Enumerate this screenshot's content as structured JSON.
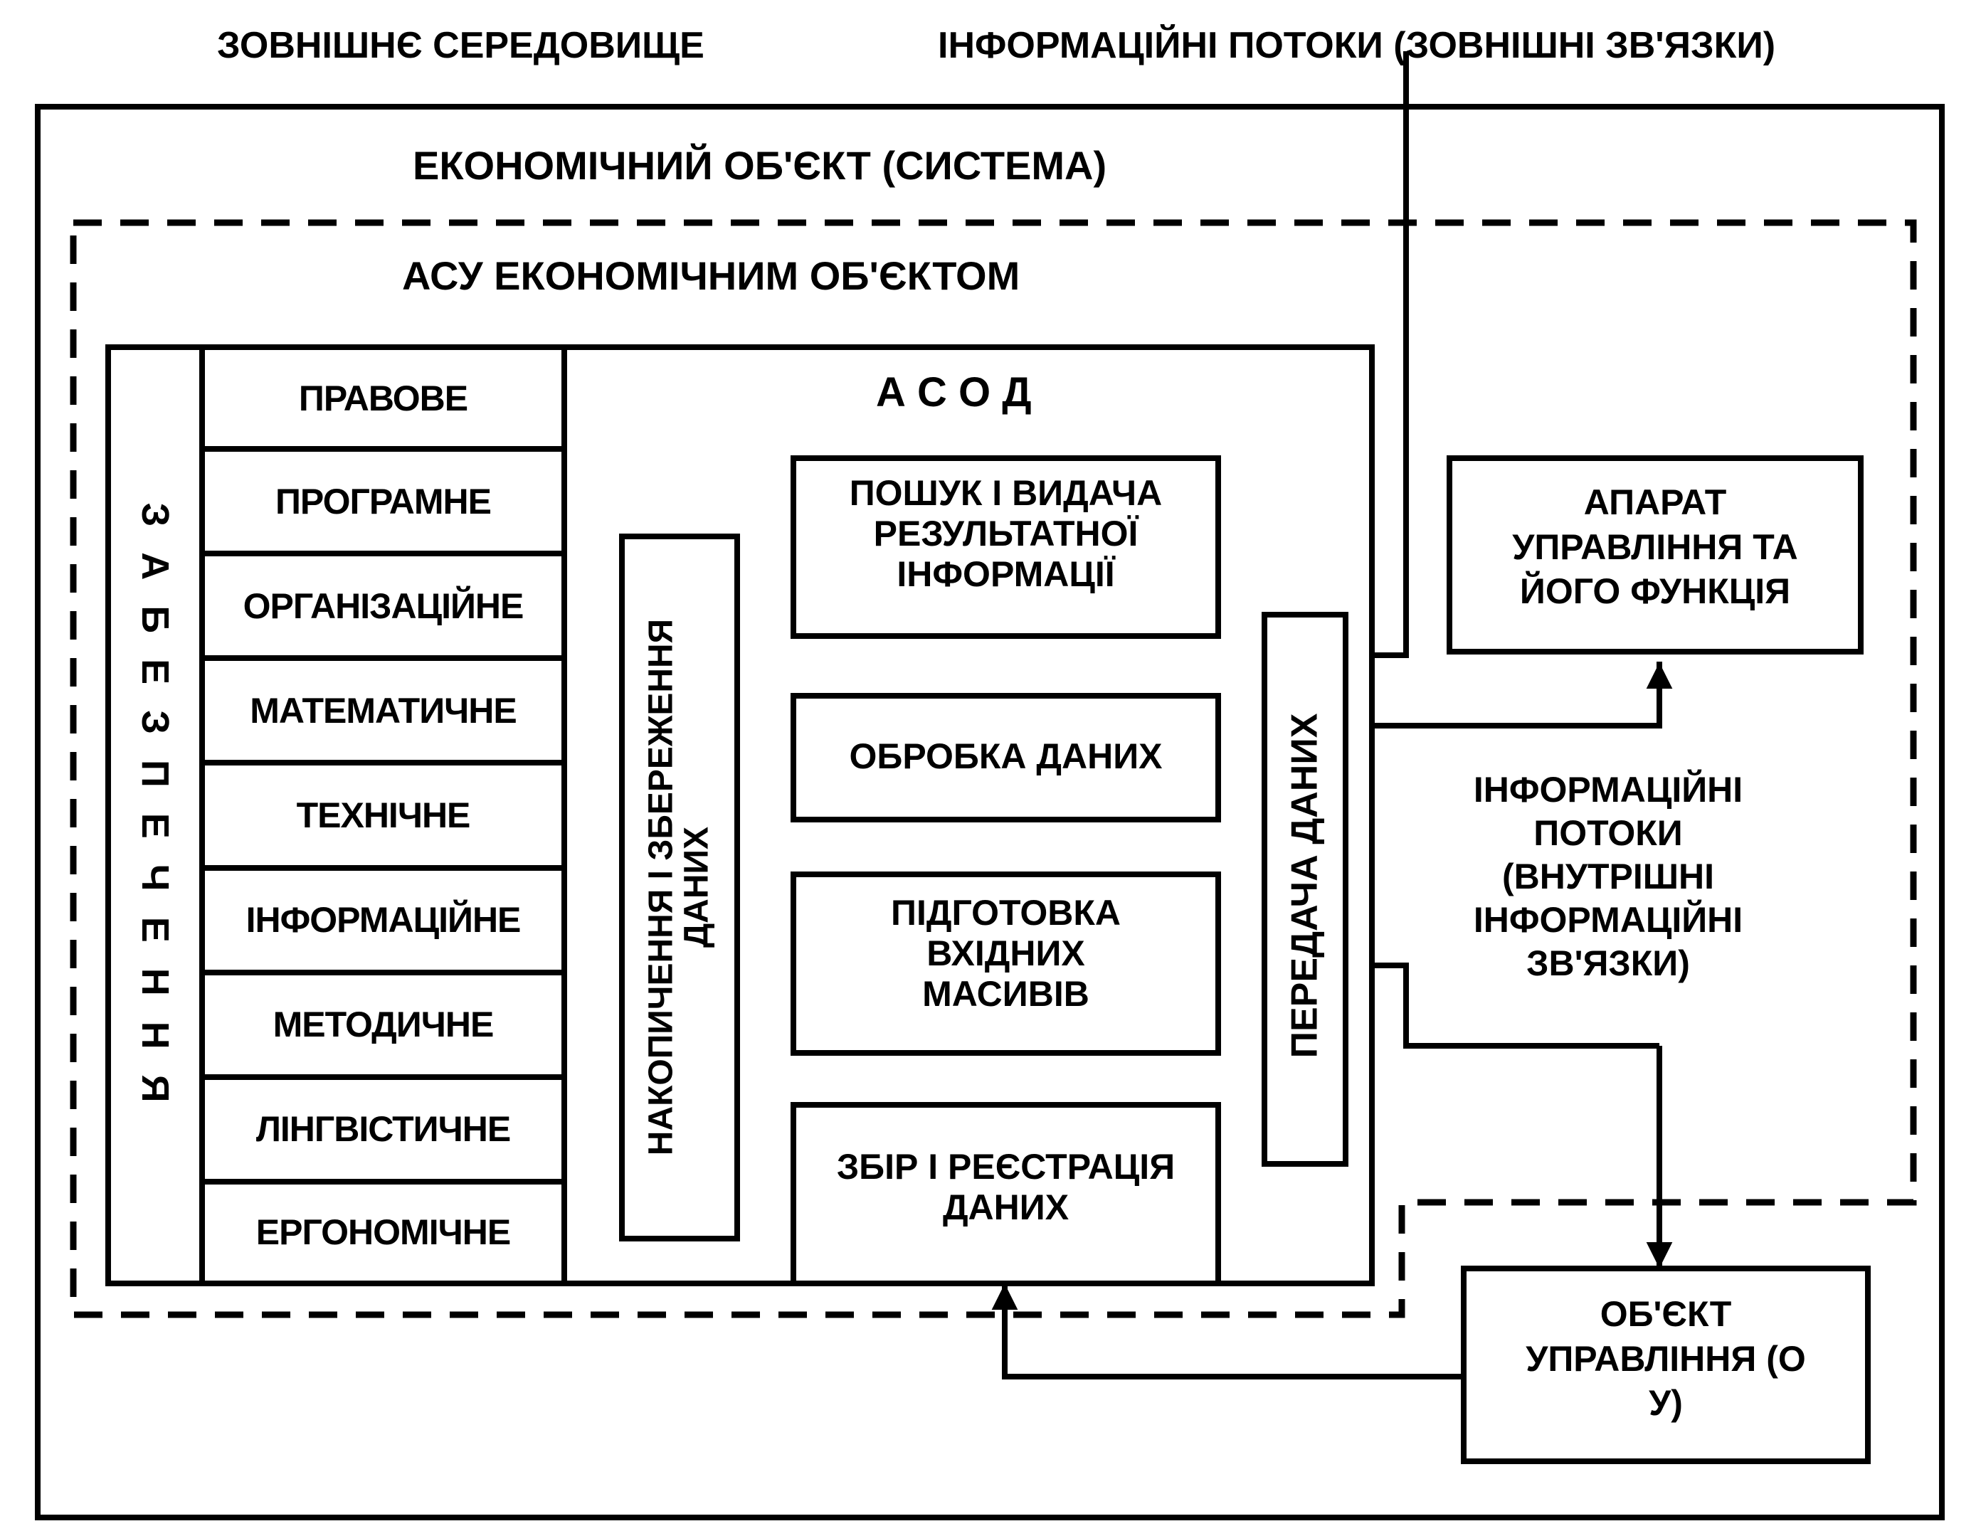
{
  "header": {
    "environment": "ЗОВНІШНЄ СЕРЕДОВИЩЕ",
    "external_flows": "ІНФОРМАЦІЙНІ ПОТОКИ (ЗОВНІШНІ ЗВ'ЯЗКИ)"
  },
  "system": {
    "title": "ЕКОНОМІЧНИЙ ОБ'ЄКТ (СИСТЕМА)"
  },
  "asu": {
    "title": "АСУ ЕКОНОМІЧНИМ ОБ'ЄКТОМ"
  },
  "support": {
    "vertical_label": "ЗАБЕЗПЕЧЕННЯ",
    "items": [
      "ПРАВОВЕ",
      "ПРОГРАМНЕ",
      "ОРГАНІЗАЦІЙНЕ",
      "МАТЕМАТИЧНЕ",
      "ТЕХНІЧНЕ",
      "ІНФОРМАЦІЙНЕ",
      "МЕТОДИЧНЕ",
      "ЛІНГВІСТИЧНЕ",
      "ЕРГОНОМІЧНЕ"
    ]
  },
  "asod": {
    "title": "А С О Д",
    "storage": "НАКОПИЧЕННЯ І ЗБЕРЕЖЕННЯ ДАНИХ",
    "search": "ПОШУК І ВИДАЧА РЕЗУЛЬТАТНОЇ ІНФОРМАЦІЇ",
    "processing": "ОБРОБКА ДАНИХ",
    "preparation": "ПІДГОТОВКА ВХІДНИХ МАСИВІВ",
    "collection": "ЗБІР І РЕЄСТРАЦІЯ ДАНИХ",
    "transfer": "ПЕРЕДАЧА ДАНИХ"
  },
  "management": {
    "apparatus": "АПАРАТ УПРАВЛІННЯ ТА ЙОГО ФУНКЦІЯ",
    "internal_flows": "ІНФОРМАЦІЙНІ ПОТОКИ (ВНУТРІШНІ ІНФОРМАЦІЙНІ ЗВ'ЯЗКИ)",
    "object": "ОБ'ЄКТ УПРАВЛІННЯ (О У)"
  }
}
